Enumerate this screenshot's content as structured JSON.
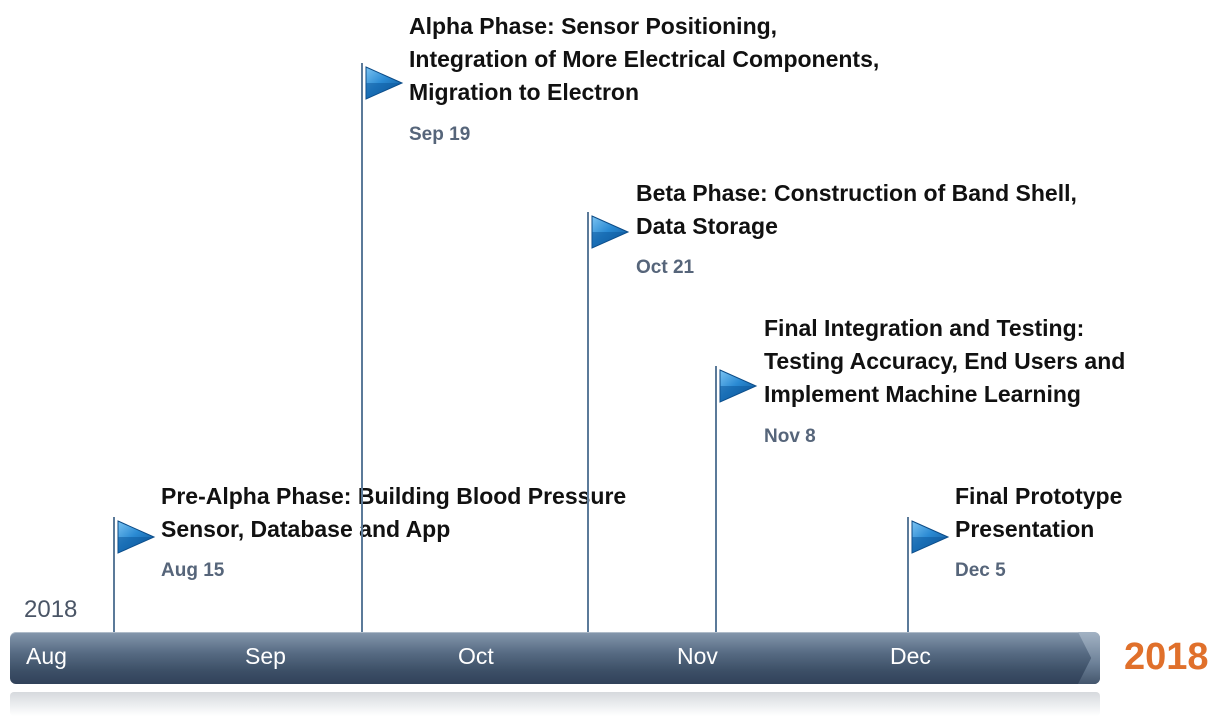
{
  "timeline": {
    "year_label": "2018",
    "year_badge": "2018",
    "months": [
      "Aug",
      "Sep",
      "Oct",
      "Nov",
      "Dec"
    ]
  },
  "milestones": [
    {
      "title": "Pre-Alpha Phase: Building Blood Pressure\nSensor, Database and App",
      "date": "Aug 15"
    },
    {
      "title": "Alpha Phase: Sensor Positioning,\nIntegration of More Electrical Components,\nMigration to Electron",
      "date": "Sep 19"
    },
    {
      "title": "Beta Phase: Construction of Band Shell,\nData Storage",
      "date": "Oct 21"
    },
    {
      "title": "Final Integration and Testing:\nTesting Accuracy, End Users and\nImplement Machine Learning",
      "date": "Nov 8"
    },
    {
      "title": "Final Prototype\nPresentation",
      "date": "Dec 5"
    }
  ],
  "colors": {
    "flag_blue": "#1f7cc7",
    "stem": "#5b7a99",
    "bar_dark": "#3c4f66",
    "year_badge": "#e0702b"
  },
  "icons": {
    "flag": "flag-icon"
  }
}
